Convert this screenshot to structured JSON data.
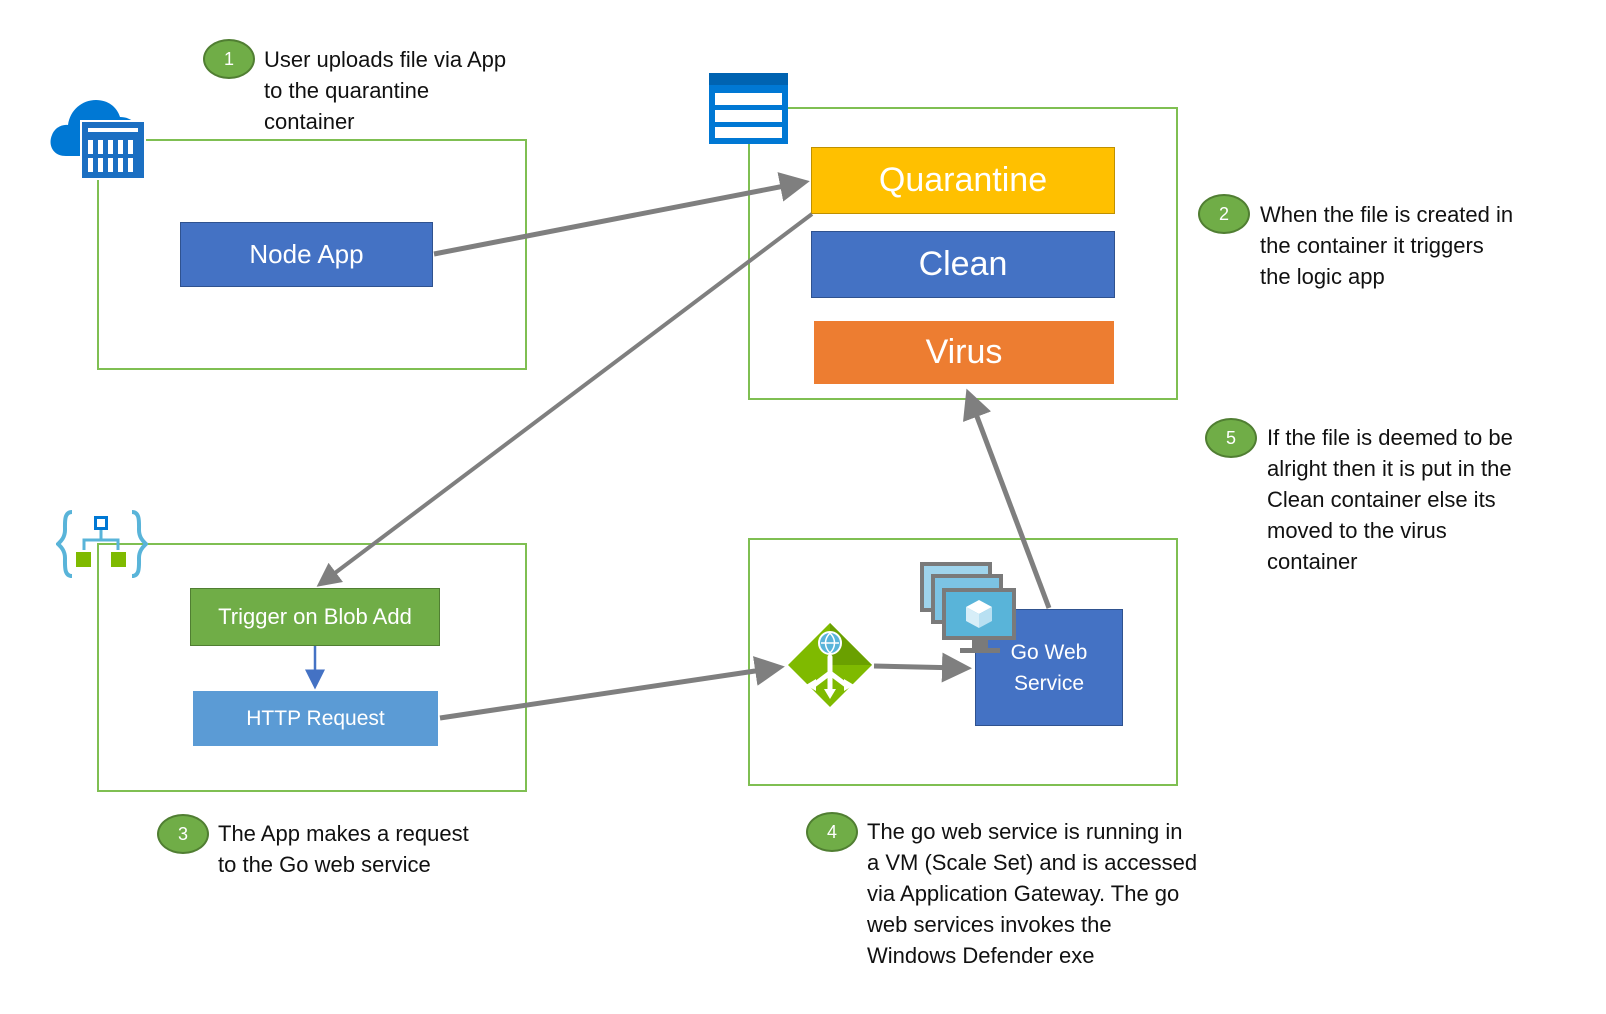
{
  "steps": [
    {
      "number": "1",
      "lines": [
        "User uploads file via App",
        "to the quarantine",
        "container"
      ]
    },
    {
      "number": "2",
      "lines": [
        "When the file is created in",
        "the container it triggers",
        "the logic app"
      ]
    },
    {
      "number": "3",
      "lines": [
        "The App makes a request",
        "to the Go web service"
      ]
    },
    {
      "number": "4",
      "lines": [
        "The go web service is running in",
        "a VM (Scale Set) and is accessed",
        "via Application Gateway. The go",
        "web services invokes the",
        "Windows Defender exe"
      ]
    },
    {
      "number": "5",
      "lines": [
        "If the file is deemed to be",
        "alright then it is put in the",
        "Clean container else its",
        "moved to the virus",
        "container"
      ]
    }
  ],
  "boxes": {
    "node_app": "Node App",
    "quarantine": "Quarantine",
    "clean": "Clean",
    "virus": "Virus",
    "trigger": "Trigger on Blob Add",
    "http_request": "HTTP Request",
    "go_web_service": [
      "Go Web",
      "Service"
    ]
  },
  "icons": {
    "app_service": "app-service-cloud-icon",
    "storage": "storage-table-icon",
    "logic_app": "logic-app-icon",
    "app_gateway": "application-gateway-icon",
    "vm_scale_set": "vm-scale-set-icon"
  },
  "colors": {
    "group_border": "#7fbf52",
    "quarantine": "#ffc000",
    "clean": "#4472c4",
    "virus": "#ed7d31",
    "node_app": "#4472c4",
    "trigger": "#70ad47",
    "http_request": "#5b9bd5",
    "go_web_service": "#4472c4",
    "step_badge": "#70ad47",
    "arrow": "#7f7f7f"
  }
}
